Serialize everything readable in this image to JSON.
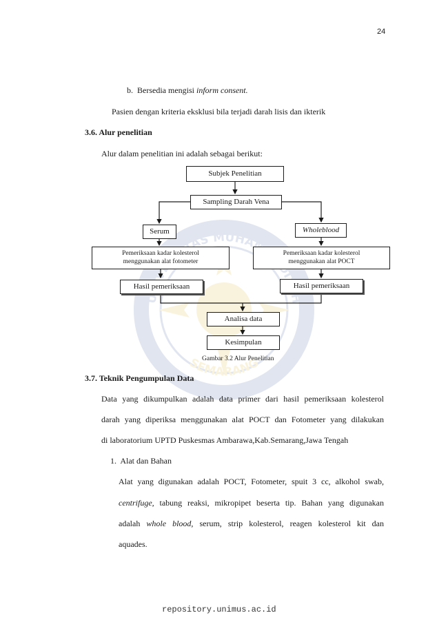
{
  "page_number": "24",
  "item_b": {
    "marker": "b.",
    "text": "Bersedia mengisi ",
    "text_italic": "inform consent."
  },
  "exclusion_line": "Pasien dengan kriteria eksklusi bila terjadi darah lisis dan ikterik",
  "section_36": {
    "title": "3.6. Alur penelitian",
    "intro": "Alur dalam penelitian ini adalah sebagai berikut:"
  },
  "flowchart": {
    "subject": "Subjek Penelitian",
    "sampling": "Sampling Darah Vena",
    "serum": "Serum",
    "wholeblood": "Wholeblood",
    "exam_left_1": "Pemeriksaan kadar kolesterol",
    "exam_left_2": "menggunakan alat fotometer",
    "exam_right_1": "Pemeriksaan kadar kolesterol",
    "exam_right_2": "menggunakan alat POCT",
    "result_left": "Hasil pemeriksaan",
    "result_right": "Hasil pemeriksaan",
    "analysis": "Analisa data",
    "conclusion": "Kesimpulan",
    "caption": "Gambar 3.2 Alur Penelitian"
  },
  "section_37": {
    "title": "3.7. Teknik Pengumpulan Data",
    "para_line1": "Data yang dikumpulkan adalah data primer dari hasil pemeriksaan kolesterol",
    "para_line2": "darah yang diperiksa menggunakan  alat POCT dan Fotometer yang dilakukan",
    "para_line3": "di laboratorium UPTD Puskesmas Ambarawa,Kab.Semarang,Jawa Tengah"
  },
  "subsection_1": {
    "marker": "1.",
    "title": "Alat dan Bahan",
    "l1": "Alat yang digunakan adalah POCT, Fotometer, spuit 3 cc, alkohol swab,",
    "l2_italic": "centrifuge,",
    "l2_rest": " tabung reaksi, mikropipet beserta tip. Bahan yang digunakan",
    "l3_a": "adalah ",
    "l3_italic": "whole blood",
    "l3_rest": ", serum, strip kolesterol, reagen kolesterol kit dan",
    "l4": "aquades."
  },
  "footer": "repository.unimus.ac.id",
  "watermark_text_top": "UNIVERSITAS MUHAMMADIYAH",
  "watermark_text_bottom": "SEMARANG"
}
